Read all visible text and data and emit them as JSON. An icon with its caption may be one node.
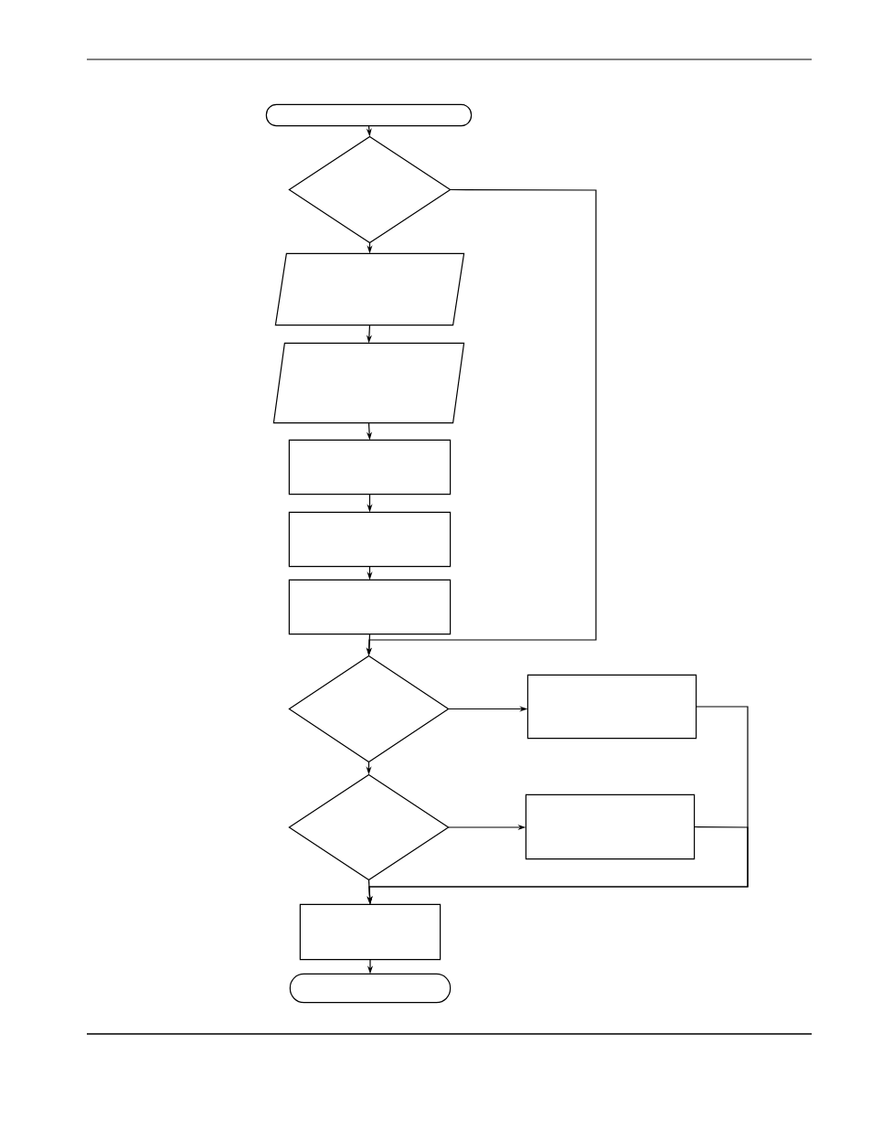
{
  "diagram": {
    "nodes": [
      {
        "text": [],
        "shape": "capsule"
      },
      {
        "text": [],
        "shape": "diamond"
      },
      {
        "text": [],
        "shape": "parallelogram"
      },
      {
        "text": [],
        "shape": "parallelogram"
      },
      {
        "text": [],
        "shape": "box"
      },
      {
        "text": [],
        "shape": "box"
      },
      {
        "text": [],
        "shape": "box"
      },
      {
        "text": [],
        "shape": "diamond"
      },
      {
        "text": [],
        "shape": "box"
      },
      {
        "text": [],
        "shape": "diamond"
      },
      {
        "text": [],
        "shape": "box"
      },
      {
        "text": [],
        "shape": "box"
      },
      {
        "text": [],
        "shape": "capsule"
      }
    ],
    "edges": [
      {
        "from": 0,
        "to": 1,
        "arrow": "to"
      },
      {
        "from": 1,
        "to": 2,
        "arrow": "to"
      },
      {
        "from": 2,
        "to": 3,
        "arrow": "to"
      },
      {
        "from": 3,
        "to": 4,
        "arrow": "to"
      },
      {
        "from": 4,
        "to": 5,
        "arrow": "to"
      },
      {
        "from": 5,
        "to": 6,
        "arrow": "to"
      },
      {
        "from": 6,
        "to": 7,
        "arrow": "to"
      },
      {
        "from": 1,
        "to": 7,
        "arrow": "to"
      },
      {
        "from": 7,
        "to": 9,
        "arrow": "to"
      },
      {
        "from": 7,
        "to": 8,
        "arrow": "to"
      },
      {
        "from": 9,
        "to": 10,
        "arrow": "to"
      },
      {
        "from": 9,
        "to": 11,
        "arrow": "to"
      },
      {
        "from": 10,
        "to": 11,
        "arrow": "to"
      },
      {
        "from": 8,
        "to": 11,
        "arrow": "to"
      },
      {
        "from": 11,
        "to": 12,
        "arrow": "to"
      }
    ]
  }
}
